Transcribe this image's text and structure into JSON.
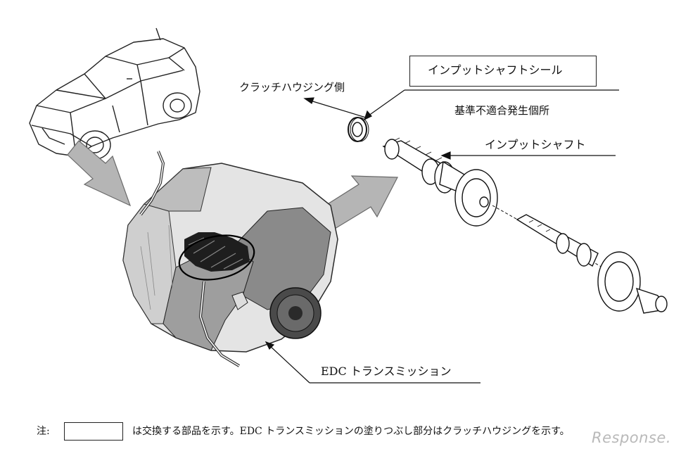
{
  "labels": {
    "clutch_housing_side": "クラッチハウジング側",
    "input_shaft_seal": "インプットシャフトシール",
    "nonconformity_location": "基準不適合発生個所",
    "input_shaft": "インプットシャフト",
    "edc_transmission": "EDC トランスミッション"
  },
  "note": {
    "prefix": "注:",
    "text": "は交換する部品を示す。EDC トランスミッションの塗りつぶし部分はクラッチハウジングを示す。"
  },
  "watermark": "Response."
}
